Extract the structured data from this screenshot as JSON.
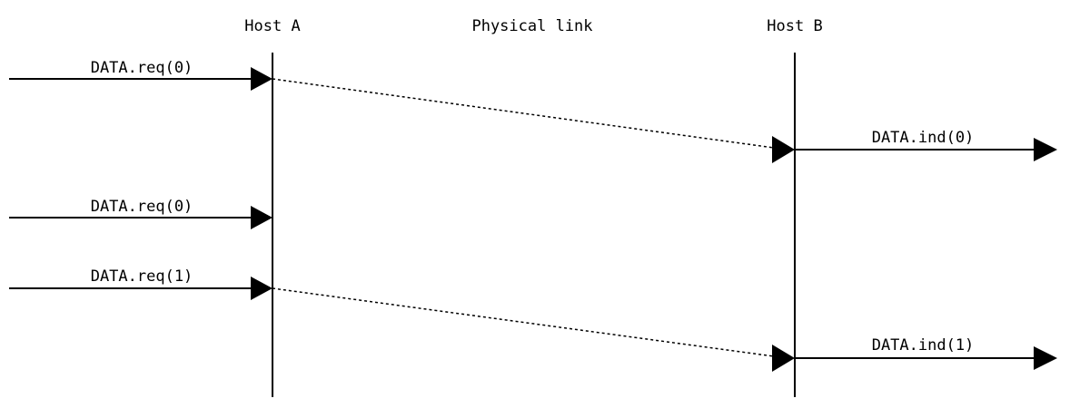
{
  "headers": {
    "host_a": "Host A",
    "physical_link": "Physical link",
    "host_b": "Host B"
  },
  "messages": {
    "req1": "DATA.req(0)",
    "req2": "DATA.req(0)",
    "req3": "DATA.req(1)",
    "ind1": "DATA.ind(0)",
    "ind2": "DATA.ind(1)"
  },
  "style": {
    "line_color": "#000000",
    "background": "#ffffff"
  }
}
